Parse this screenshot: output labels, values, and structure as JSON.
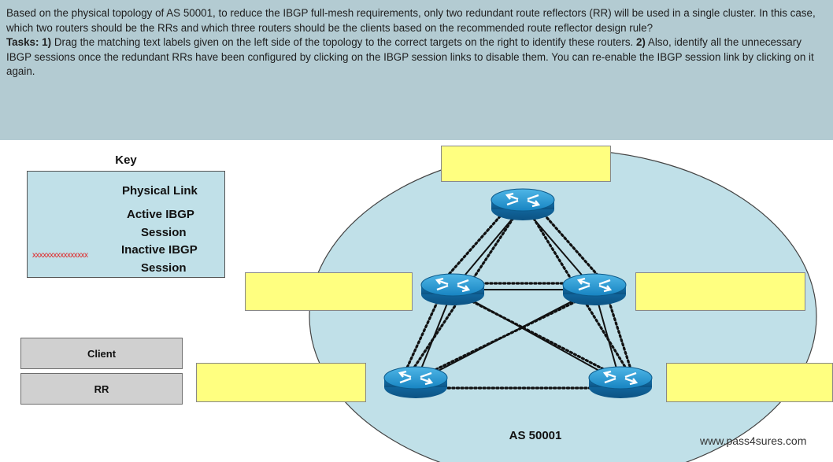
{
  "instructions": {
    "para1": "Based on the physical topology of AS 50001, to reduce the IBGP full-mesh requirements, only two redundant route reflectors (RR) will be used in a single cluster. In this case, which two routers should be the RRs and which three routers should be the clients based on the recommended route reflector design rule?",
    "tasks_label": "Tasks:",
    "step1_label": "1)",
    "step1_text": "Drag the matching text labels given on the left side of the topology to the correct targets on the right to identify these routers.",
    "step2_label": "2)",
    "step2_text": "Also, identify all the unnecessary IBGP sessions once the redundant RRs have been configured by clicking on the IBGP session links to disable them. You can re-enable the IBGP session link by clicking on it again."
  },
  "key": {
    "title": "Key",
    "physical_link": "Physical Link",
    "active_line1": "Active IBGP",
    "active_line2": "Session",
    "inactive_line1": "Inactive IBGP",
    "inactive_line2": "Session",
    "inactive_sample": "xxxxxxxxxxxxxxxx"
  },
  "drag_labels": {
    "client": "Client",
    "rr": "RR"
  },
  "topology": {
    "as_label": "AS 50001"
  },
  "watermark": "www.pass4sures.com",
  "colors": {
    "header_bg": "#b3cbd2",
    "as_cloud": "#c0e0e8",
    "drop_target": "#ffff80",
    "router_blue": "#1a8ac8",
    "inactive_x": "#e02020"
  }
}
